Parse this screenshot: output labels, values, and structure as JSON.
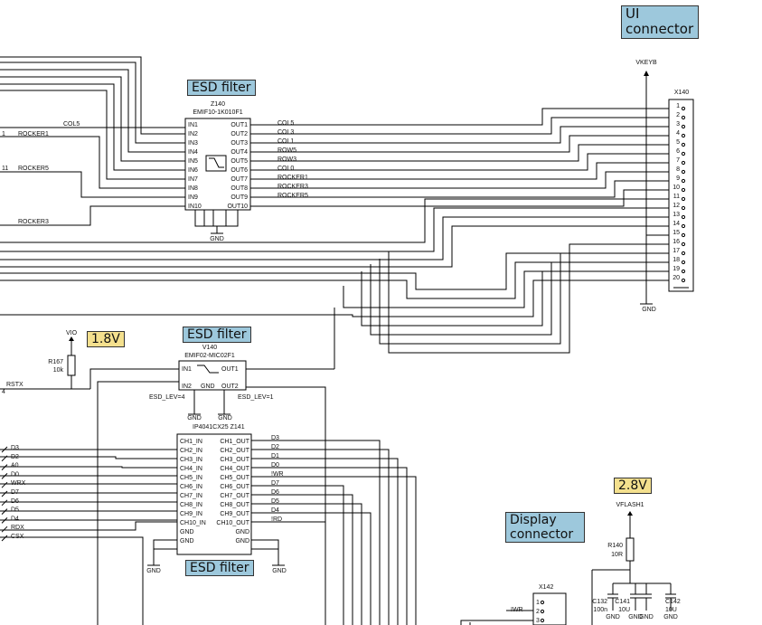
{
  "callouts": {
    "ui_connector": [
      "UI",
      "connector"
    ],
    "esd_filter_top": "ESD filter",
    "esd_filter_mid": "ESD filter",
    "esd_filter_bottom": "ESD filter",
    "display_connector": [
      "Display",
      "connector"
    ],
    "v18": "1.8V",
    "v28": "2.8V"
  },
  "z140": {
    "ref": "Z140",
    "part": "EMIF10-1K010F1",
    "in_pins": [
      "IN1",
      "IN2",
      "IN3",
      "IN4",
      "IN5",
      "IN6",
      "IN7",
      "IN8",
      "IN9",
      "IN10"
    ],
    "out_pins": [
      "OUT1",
      "OUT2",
      "OUT3",
      "OUT4",
      "OUT5",
      "OUT6",
      "OUT7",
      "OUT8",
      "OUT9",
      "OUT10"
    ],
    "out_nets": [
      "COL5",
      "COL3",
      "COL1",
      "ROW5",
      "ROW3",
      "COL0",
      "ROCKER1",
      "ROCKER3",
      "ROCKER5"
    ],
    "gnd": "GND"
  },
  "left_nets": {
    "col5": "COL5",
    "rocker1_num": "1",
    "rocker1": "ROCKER1",
    "rocker5_num": "11",
    "rocker5": "ROCKER5",
    "rocker3": "ROCKER3"
  },
  "x140": {
    "ref": "X140",
    "supply": "VKEYB",
    "pins": [
      "1",
      "2",
      "3",
      "4",
      "5",
      "6",
      "7",
      "8",
      "9",
      "10",
      "11",
      "12",
      "13",
      "14",
      "15",
      "16",
      "17",
      "18",
      "19",
      "20"
    ],
    "gnd": "GND"
  },
  "v140": {
    "ref": "V140",
    "part": "EMIF02-MIC02F1",
    "pins": {
      "in1": "IN1",
      "out1": "OUT1",
      "in2": "IN2",
      "gnd": "GND",
      "out2": "OUT2"
    },
    "esd_lev_left": "ESD_LEV=4",
    "esd_lev_right": "ESD_LEV=1",
    "gnd_left": "GND",
    "gnd_right": "GND"
  },
  "r167": {
    "supply": "VIO",
    "ref": "R167",
    "value": "10k",
    "net": "RSTX",
    "num": "4"
  },
  "z141": {
    "title": "IP4041CX25  Z141",
    "in_pins": [
      "CH1_IN",
      "CH2_IN",
      "CH3_IN",
      "CH4_IN",
      "CH5_IN",
      "CH6_IN",
      "CH7_IN",
      "CH8_IN",
      "CH9_IN",
      "CH10_IN",
      "GND",
      "GND"
    ],
    "out_pins": [
      "CH1_OUT",
      "CH2_OUT",
      "CH3_OUT",
      "CH4_OUT",
      "CH5_OUT",
      "CH6_OUT",
      "CH7_OUT",
      "CH8_OUT",
      "CH9_OUT",
      "CH10_OUT",
      "GND",
      "GND"
    ],
    "out_nets": [
      "D3",
      "D2",
      "D1",
      "D0",
      "!WR",
      "D7",
      "D6",
      "D5",
      "D4",
      "!RD"
    ],
    "left_nets": [
      "D3",
      "D2",
      "A0",
      "D0",
      "WRX",
      "D7",
      "D6",
      "D5",
      "D4",
      "RDX",
      "CSX"
    ],
    "gnd_left": "GND",
    "gnd_right": "GND"
  },
  "r140": {
    "supply": "VFLASH1",
    "ref": "R140",
    "value": "10R"
  },
  "caps": [
    {
      "ref": "C132",
      "value": "100n",
      "gnd": "GND"
    },
    {
      "ref": "C141",
      "value": "10U",
      "gnd": "GND"
    },
    {
      "ref": "",
      "value": "",
      "gnd": "GND"
    },
    {
      "ref": "C142",
      "value": "10U",
      "gnd": "GND"
    }
  ],
  "x142": {
    "ref": "X142",
    "net": "!WR",
    "pins": [
      "1",
      "2",
      "3"
    ]
  }
}
